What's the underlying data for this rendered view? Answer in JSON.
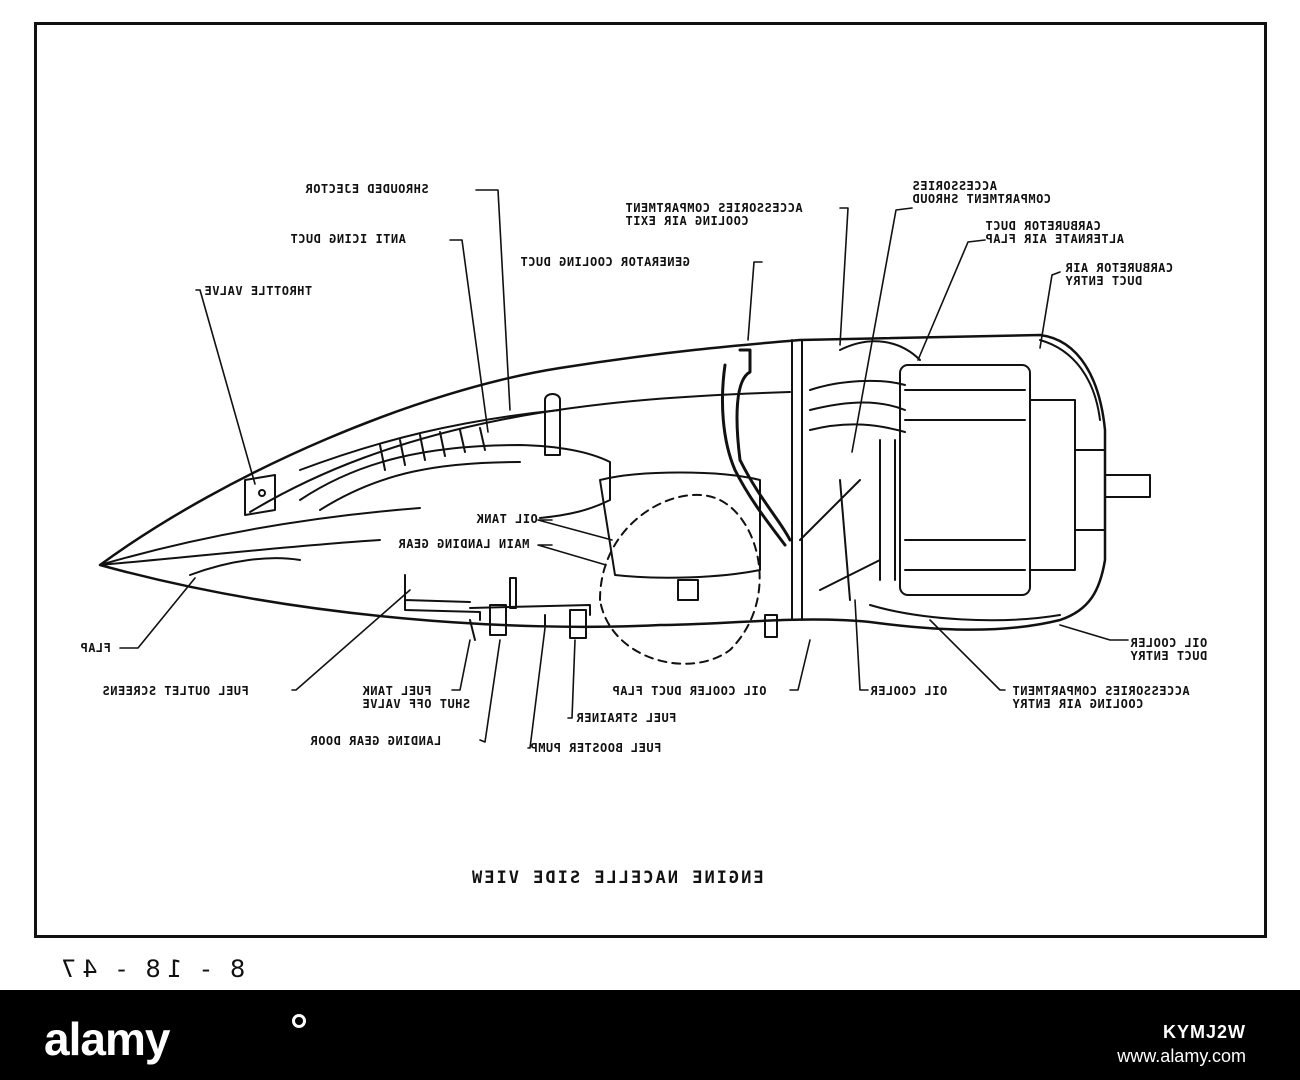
{
  "diagram": {
    "title": "ENGINE NACELLE SIDE VIEW",
    "handwritten_number": "8 - 18 - 47",
    "labels": {
      "shrouded_ejector": "SHROUDED EJECTOR",
      "anti_icing_duct": "ANTI ICING DUCT",
      "throttle_valve": "THROTTLE VALVE",
      "accessories_exit": "ACCESSORIES COMPARTMENT\nCOOLING AIR EXIT",
      "accessories_shroud": "ACCESSORIES\nCOMPARTMENT SHROUD",
      "carb_alt_flap": "CARBURETOR DUCT\nALTERNATE AIR FLAP",
      "carb_air_entry": "CARBURETOR AIR\nDUCT ENTRY",
      "generator_cooling_duct": "GENERATOR COOLING DUCT",
      "oil_tank": "OIL TANK",
      "main_landing_gear": "MAIN LANDING GEAR",
      "flap": "FLAP",
      "fuel_outlet_screens": "FUEL OUTLET SCREENS",
      "fuel_tank_shutoff": "FUEL TANK\nSHUT OFF VALVE",
      "landing_gear_door": "LANDING GEAR DOOR",
      "fuel_booster_pump": "FUEL BOOSTER PUMP",
      "fuel_strainer": "FUEL STRAINER",
      "oil_cooler_duct_flap": "OIL COOLER DUCT FLAP",
      "oil_cooler": "OIL COOLER",
      "accessories_entry": "ACCESSORIES COMPARTMENT\nCOOLING AIR ENTRY",
      "oil_cooler_duct_entry": "OIL COOLER\nDUCT ENTRY"
    }
  },
  "watermark": {
    "brand": "alamy",
    "stock_id": "KYMJ2W",
    "url": "www.alamy.com"
  }
}
